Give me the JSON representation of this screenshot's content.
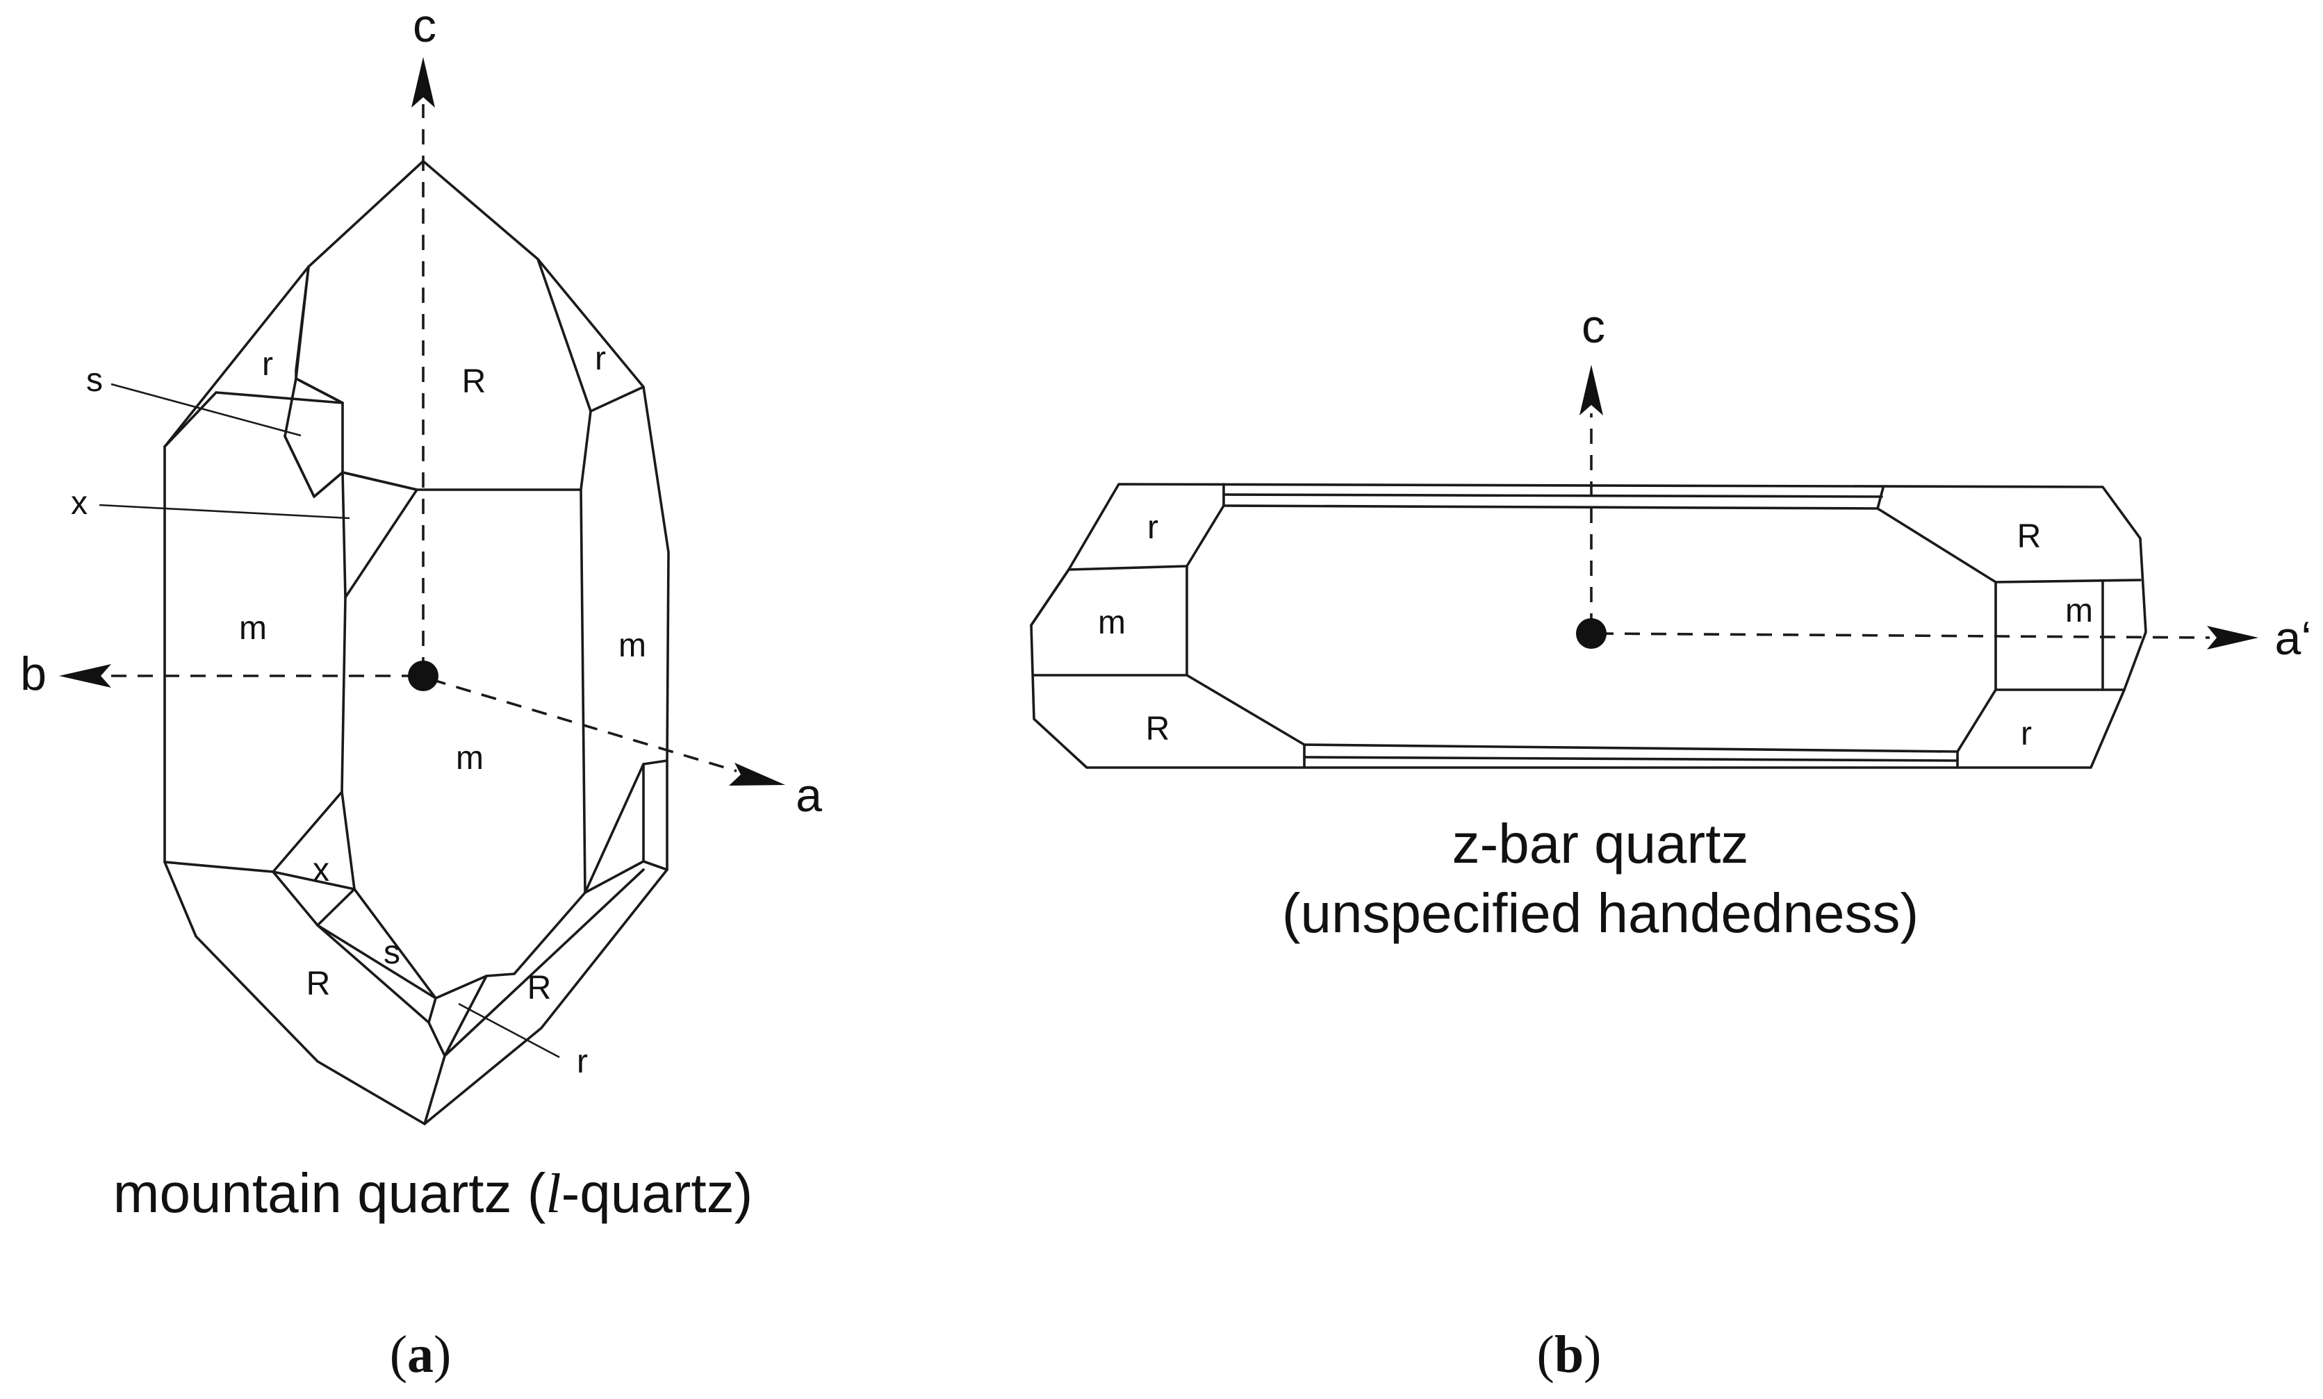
{
  "panel_a": {
    "axis_c": "c",
    "axis_b": "b",
    "axis_a": "a",
    "faces": {
      "R_top": "R",
      "r_top_left": "r",
      "r_top_right": "r",
      "m_left": "m",
      "m_front": "m",
      "m_right": "m",
      "x_bottom": "x",
      "s_bottom": "s",
      "R_bottom_left": "R",
      "R_bottom_right": "R"
    },
    "callouts": {
      "s": "s",
      "x": "x",
      "r": "r"
    },
    "caption_prefix": "mountain quartz (",
    "caption_italic": "l",
    "caption_suffix": "-quartz)",
    "label_open": "(",
    "label_letter": "a",
    "label_close": ")"
  },
  "panel_b": {
    "axis_c": "c",
    "axis_a": "a‘",
    "faces": {
      "r_left_top": "r",
      "m_left": "m",
      "R_left_bottom": "R",
      "R_right_top": "R",
      "m_right": "m",
      "r_right_bottom": "r"
    },
    "caption_line1": "z-bar quartz",
    "caption_line2": "(unspecified handedness)",
    "label_open": "(",
    "label_letter": "b",
    "label_close": ")"
  }
}
